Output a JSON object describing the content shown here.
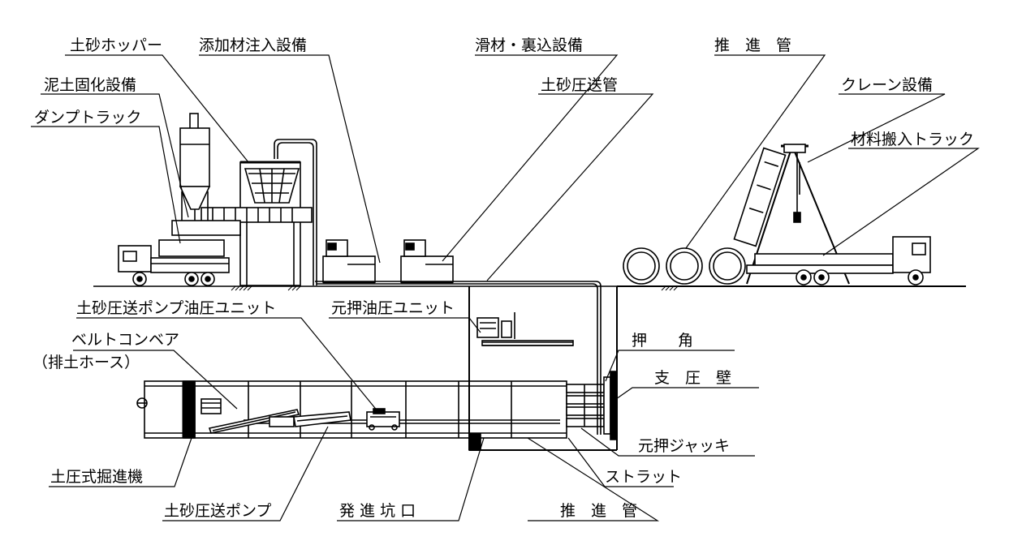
{
  "labels": {
    "soil_hopper": "土砂ホッパー",
    "additive_injection": "添加材注入設備",
    "lubricant_backfill": "滑材・裏込設備",
    "jacking_pipe_top": "推　進　管",
    "mud_solidification": "泥土固化設備",
    "dump_truck": "ダンプトラック",
    "soil_pressure_pipe": "土砂圧送管",
    "crane_equipment": "クレーン設備",
    "material_truck": "材料搬入トラック",
    "pump_hydraulic_unit": "土砂圧送ポンプ油圧ユニット",
    "main_hydraulic_unit": "元押油圧ユニット",
    "belt_conveyor": "ベルトコンベア",
    "discharge_hose": "（排土ホース）",
    "push_ring": "押　　角",
    "reaction_wall": "支　圧　壁",
    "main_jack": "元押ジャッキ",
    "earth_pressure_machine": "土圧式掘進機",
    "strut": "ストラット",
    "soil_pressure_pump": "土砂圧送ポンプ",
    "launch_shaft_entrance": "発 進 坑 口",
    "jacking_pipe_bottom": "推　進　管"
  }
}
